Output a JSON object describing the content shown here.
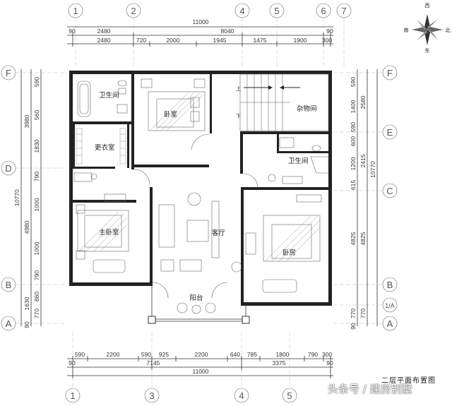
{
  "drawing": {
    "title": "二层平面布置图",
    "watermark": "头条号 / 建房别墅",
    "overall_width": "11000",
    "overall_depth": "10770"
  },
  "axes": {
    "numbered": [
      "1",
      "2",
      "3",
      "4",
      "5",
      "6",
      "7"
    ],
    "lettered": [
      "F",
      "E",
      "D",
      "C",
      "B",
      "A",
      "1/A"
    ]
  },
  "dimensions": {
    "top_row1": [
      "90",
      "2480",
      "8040",
      "90"
    ],
    "top_row2": [
      "2480",
      "720",
      "2000",
      "1945",
      "1475",
      "1900",
      "300"
    ],
    "bottom_row1": [
      "590",
      "2200",
      "590",
      "925",
      "2200",
      "640",
      "785",
      "1800",
      "790",
      "300"
    ],
    "bottom_row2": [
      "90",
      "7145",
      "3375",
      "90"
    ],
    "left_outer": [
      "3980",
      "4980"
    ],
    "left_inner": [
      "590",
      "560",
      "1830",
      "790",
      "1000",
      "1000",
      "790",
      "860",
      "1630",
      "770",
      "90"
    ],
    "right_inner": [
      "590",
      "1400",
      "590",
      "600",
      "1200",
      "615",
      "4825",
      "770",
      "90"
    ],
    "right_outer": [
      "2580",
      "2415",
      "4825",
      "770"
    ],
    "right_total": "10770"
  },
  "rooms": {
    "bath_top": "卫生间",
    "bedroom_top": "卧室",
    "storage": "杂物间",
    "wardrobe": "更衣室",
    "bath_right": "卫生间",
    "living": "客厅",
    "master_bedroom": "主卧室",
    "bedroom_right": "卧房",
    "balcony": "阳台"
  },
  "stairs": {
    "up": "上",
    "down": "下"
  },
  "compass": {
    "north": "北",
    "south": "南",
    "east": "东",
    "west": "西"
  }
}
